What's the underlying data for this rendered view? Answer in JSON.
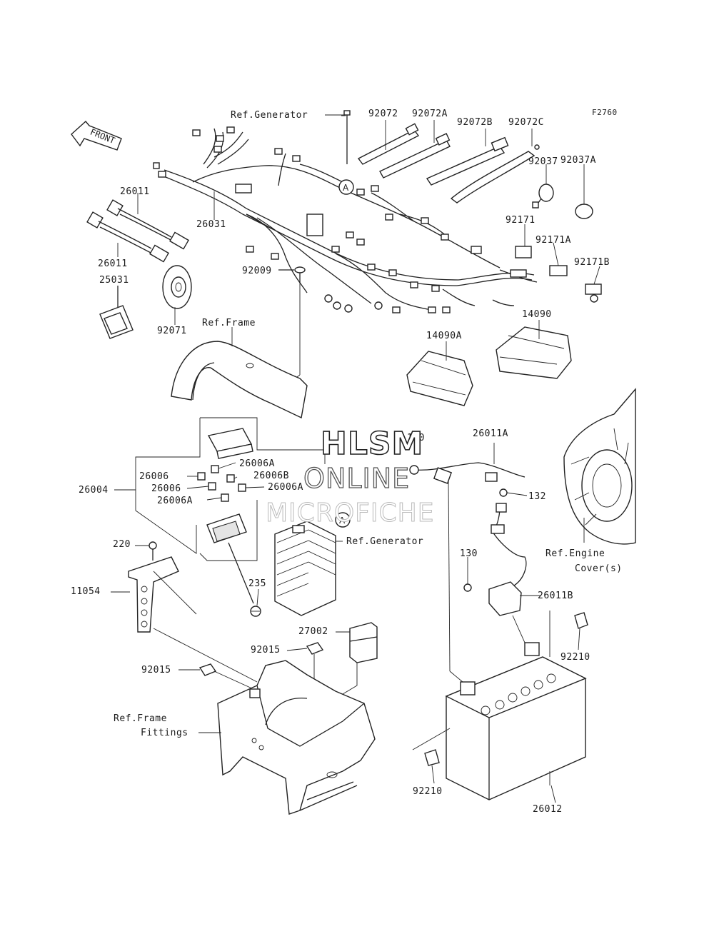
{
  "figure_code": "F2760",
  "front_label": "FRONT",
  "watermark": {
    "line1": "HLSM",
    "line2": "ONLINE",
    "line3": "MICROFICHE"
  },
  "callout_letter": "A",
  "labels": {
    "ref_generator_top": "Ref.Generator",
    "p92072": "92072",
    "p92072a": "92072A",
    "p92072b": "92072B",
    "p92072c": "92072C",
    "p92037": "92037",
    "p92037a": "92037A",
    "p92171": "92171",
    "p92171a": "92171A",
    "p92171b": "92171B",
    "p26011_top": "26011",
    "p26011_bottom": "26011",
    "p26031": "26031",
    "p25031": "25031",
    "p92009": "92009",
    "p92071": "92071",
    "ref_frame": "Ref.Frame",
    "p14090": "14090",
    "p14090a": "14090A",
    "p26004": "26004",
    "p26006_1": "26006",
    "p26006_2": "26006",
    "p26006a_1": "26006A",
    "p26006a_2": "26006A",
    "p26006a_3": "26006A",
    "p26006b": "26006B",
    "p130_top": "130",
    "p26011a": "26011A",
    "p132": "132",
    "ref_generator_mid": "Ref.Generator",
    "ref_engine_1": "Ref.Engine",
    "ref_engine_2": "Cover(s)",
    "p220": "220",
    "p11054": "11054",
    "p235": "235",
    "p130_mid": "130",
    "p26011b": "26011B",
    "p27002": "27002",
    "p92015_1": "92015",
    "p92015_2": "92015",
    "p92210_1": "92210",
    "p92210_2": "92210",
    "ref_frame_fittings_1": "Ref.Frame",
    "ref_frame_fittings_2": "Fittings",
    "p26012": "26012"
  }
}
